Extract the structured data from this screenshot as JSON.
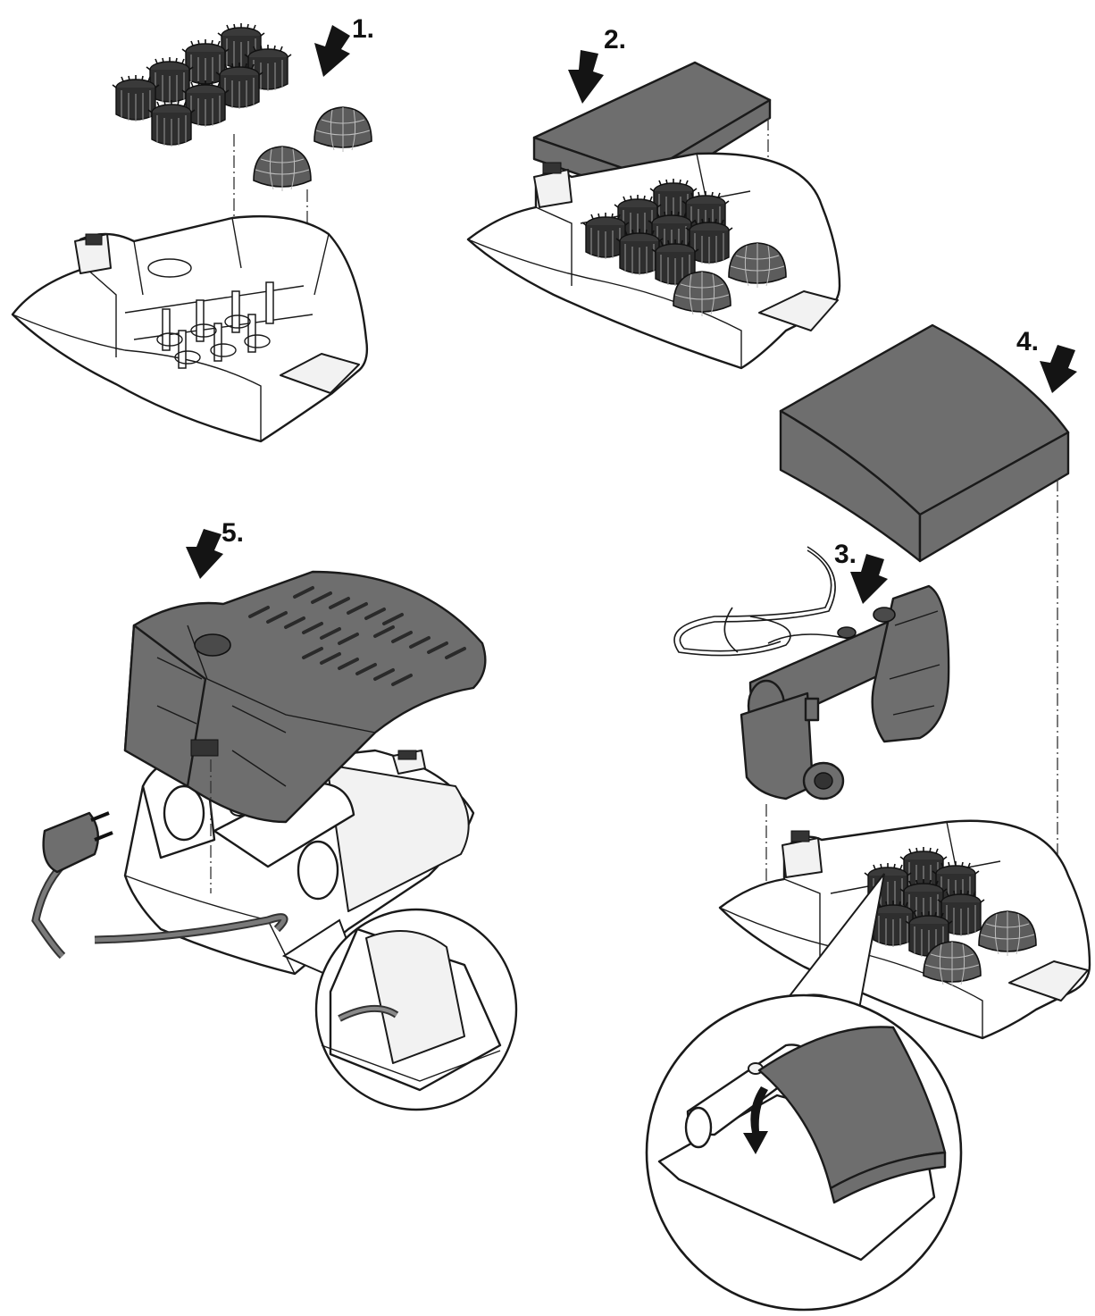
{
  "steps": [
    {
      "id": 1,
      "label": "1."
    },
    {
      "id": 2,
      "label": "2."
    },
    {
      "id": 3,
      "label": "3."
    },
    {
      "id": 4,
      "label": "4."
    },
    {
      "id": 5,
      "label": "5."
    }
  ],
  "colors": {
    "outline": "#1a1a1a",
    "body_fill": "#ffffff",
    "part_fill": "#6e6e6e",
    "media_fill": "#3c3c3c"
  }
}
